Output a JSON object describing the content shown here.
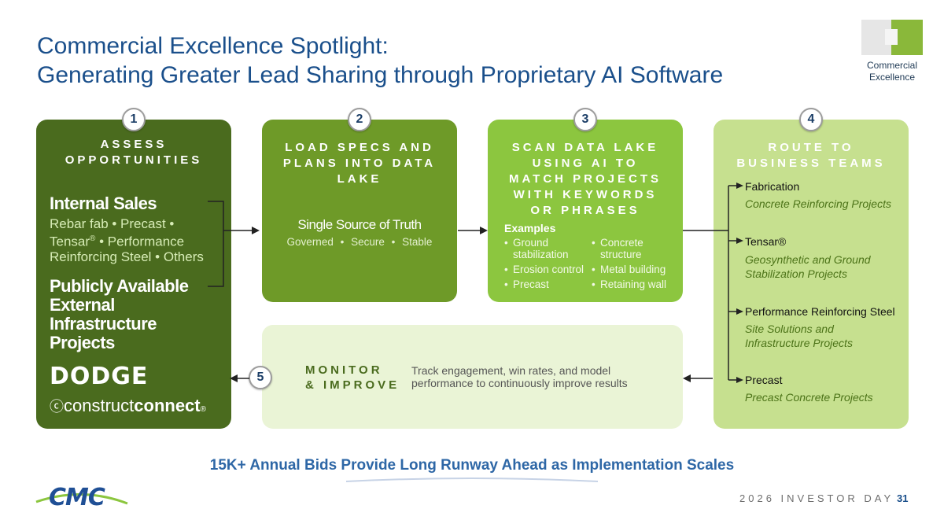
{
  "title": {
    "line1": "Commercial Excellence Spotlight:",
    "line2": "Generating Greater Lead Sharing through Proprietary AI Software"
  },
  "badge": {
    "line1": "Commercial",
    "line2": "Excellence"
  },
  "steps": [
    {
      "number": "1",
      "title": "ASSESS OPPORTUNITIES"
    },
    {
      "number": "2",
      "title": "LOAD SPECS AND PLANS INTO DATA LAKE"
    },
    {
      "number": "3",
      "title": "SCAN DATA LAKE USING AI TO MATCH PROJECTS WITH KEYWORDS OR PHRASES"
    },
    {
      "number": "4",
      "title": "ROUTE TO BUSINESS TEAMS"
    },
    {
      "number": "5",
      "title": "MONITOR & IMPROVE"
    }
  ],
  "assess": {
    "internal_heading": "Internal Sales",
    "internal_detail_1": "Rebar fab • Precast •",
    "internal_detail_2a": "Tensar",
    "internal_detail_2b": " • Performance",
    "internal_detail_3": "Reinforcing Steel • Others",
    "public_heading": "Publicly Available External Infrastructure Projects",
    "logo_dodge": "DODGE",
    "logo_construct": "construct",
    "logo_connect": "connect"
  },
  "load": {
    "heading": "Single Source of Truth",
    "tags": [
      "Governed",
      "Secure",
      "Stable"
    ]
  },
  "scan": {
    "examples_label": "Examples",
    "col1": [
      "Ground stabilization",
      "Erosion control",
      "Precast"
    ],
    "col2": [
      "Concrete structure",
      "Metal building",
      "Retaining wall"
    ]
  },
  "route": {
    "teams": [
      {
        "name": "Fabrication",
        "desc": "Concrete Reinforcing Projects"
      },
      {
        "name": "Tensar®",
        "desc": "Geosynthetic and Ground Stabilization Projects"
      },
      {
        "name": "Performance Reinforcing Steel",
        "desc": "Site Solutions and Infrastructure Projects"
      },
      {
        "name": "Precast",
        "desc": "Precast Concrete Projects"
      }
    ]
  },
  "monitor": {
    "line1": "MONITOR",
    "line2": "& IMPROVE",
    "text": "Track engagement, win rates, and model performance to continuously improve results"
  },
  "bottom_statement": "15K+ Annual Bids Provide Long Runway Ahead as Implementation Scales",
  "footer": {
    "event": "2026 INVESTOR DAY",
    "page": "31",
    "logo": "CMC"
  },
  "colors": {
    "title_blue": "#1a4f8b",
    "dark_green": "#4a6b1e",
    "mid_green": "#6e9a28",
    "bright_green": "#8cc63f",
    "light_green": "#c6e08f",
    "pale_green": "#eaf4d6"
  }
}
